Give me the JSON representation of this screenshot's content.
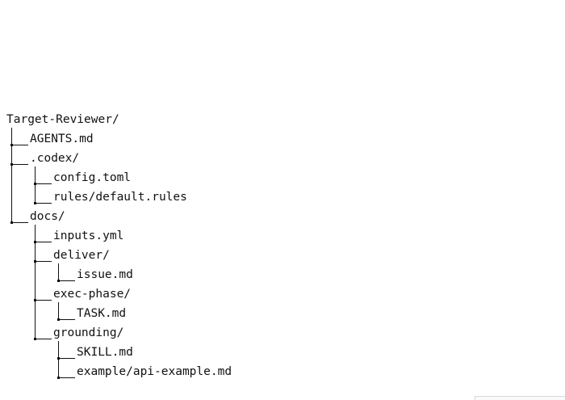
{
  "tree": [
    {
      "label": "Target-Reviewer/",
      "depth": 0,
      "parent": -1
    },
    {
      "label": "AGENTS.md",
      "depth": 1,
      "parent": 0
    },
    {
      "label": ".codex/",
      "depth": 1,
      "parent": 0
    },
    {
      "label": "config.toml",
      "depth": 2,
      "parent": 2
    },
    {
      "label": "rules/default.rules",
      "depth": 2,
      "parent": 2
    },
    {
      "label": "docs/",
      "depth": 1,
      "parent": 0
    },
    {
      "label": "inputs.yml",
      "depth": 2,
      "parent": 5
    },
    {
      "label": "deliver/",
      "depth": 2,
      "parent": 5
    },
    {
      "label": "issue.md",
      "depth": 3,
      "parent": 7
    },
    {
      "label": "exec-phase/",
      "depth": 2,
      "parent": 5
    },
    {
      "label": "TASK.md",
      "depth": 3,
      "parent": 9
    },
    {
      "label": "grounding/",
      "depth": 2,
      "parent": 5
    },
    {
      "label": "SKILL.md",
      "depth": 3,
      "parent": 11
    },
    {
      "label": "example/api-example.md",
      "depth": 3,
      "parent": 11
    }
  ]
}
